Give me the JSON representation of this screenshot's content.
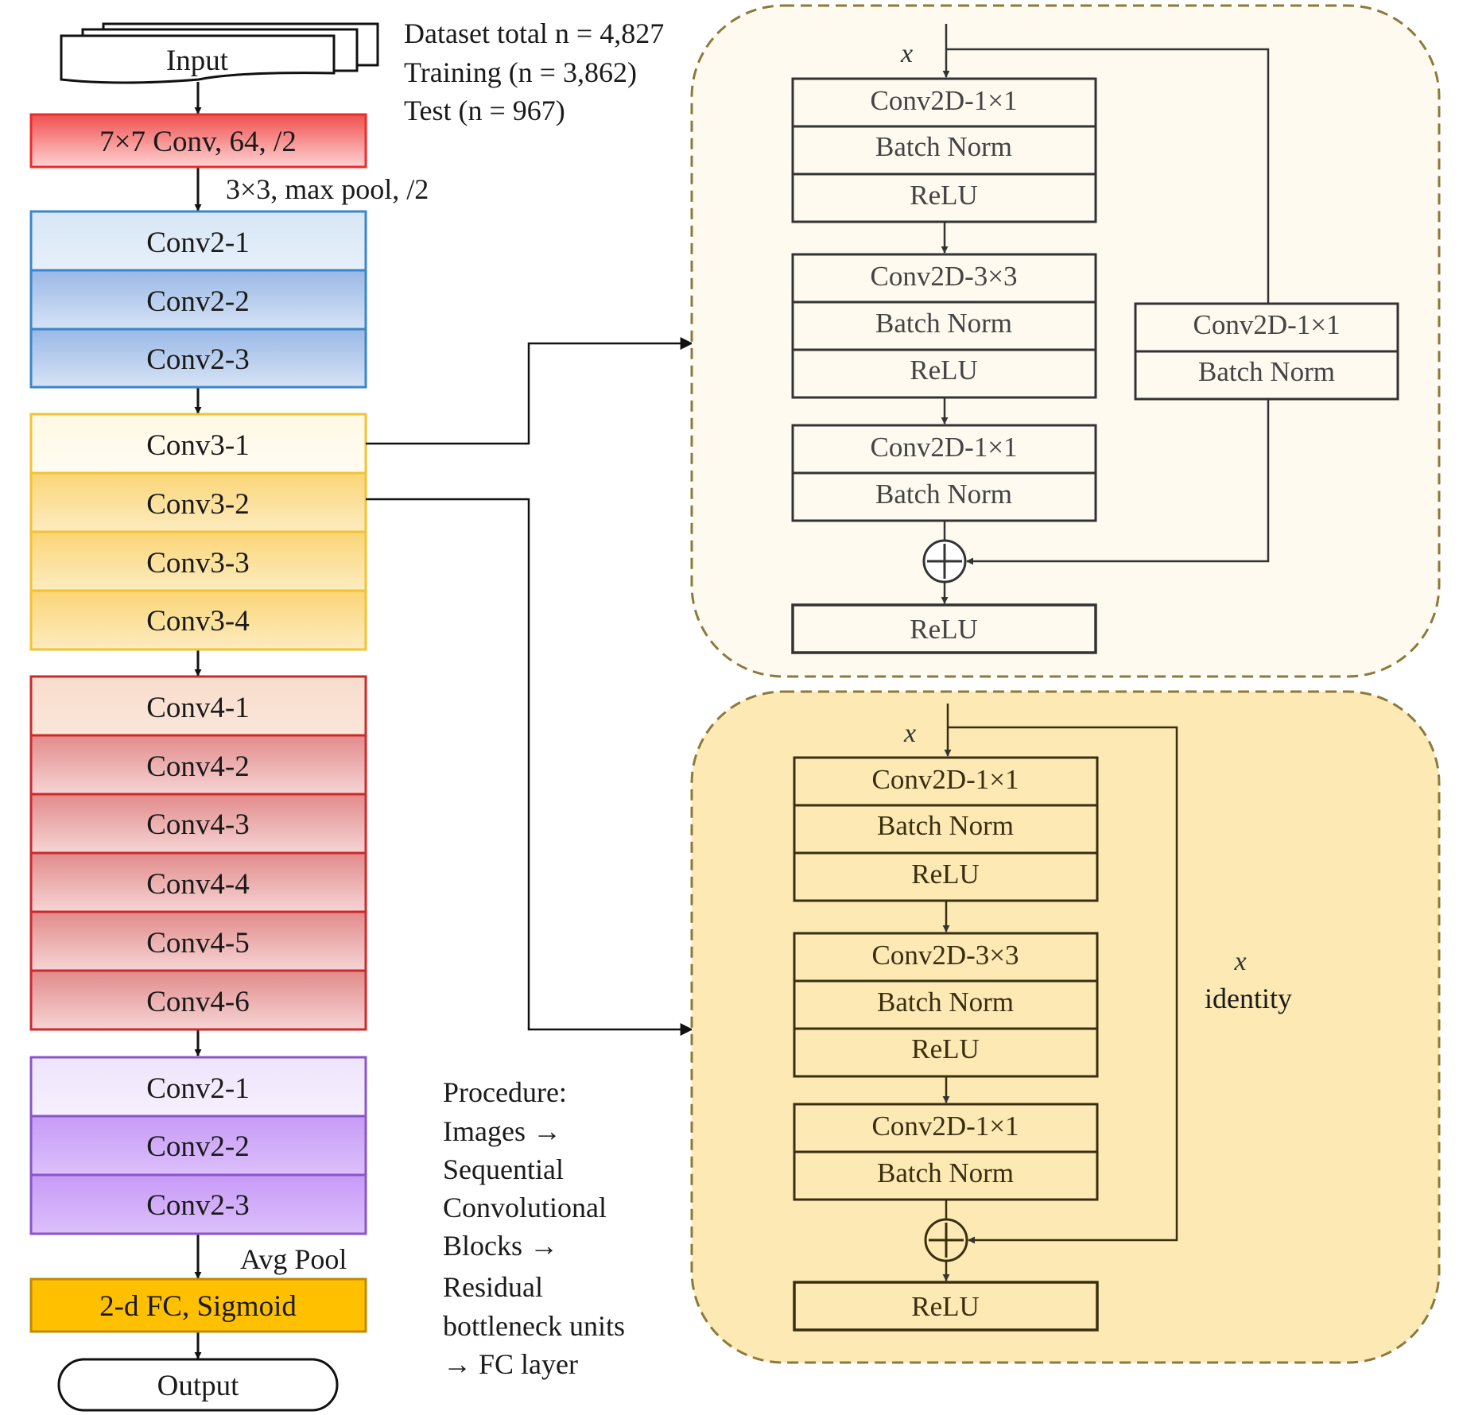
{
  "input_label": "Input",
  "dataset_info": [
    "Dataset total n = 4,827",
    "Training (n = 3,862)",
    "Test (n = 967)"
  ],
  "stem_conv": "7×7 Conv, 64, /2",
  "maxpool_label": "3×3, max pool, /2",
  "stage2": [
    "Conv2-1",
    "Conv2-2",
    "Conv2-3"
  ],
  "stage3": [
    "Conv3-1",
    "Conv3-2",
    "Conv3-3",
    "Conv3-4"
  ],
  "stage4": [
    "Conv4-1",
    "Conv4-2",
    "Conv4-3",
    "Conv4-4",
    "Conv4-5",
    "Conv4-6"
  ],
  "stage5": [
    "Conv2-1",
    "Conv2-2",
    "Conv2-3"
  ],
  "avgpool_label": "Avg Pool",
  "fc_label": "2-d FC, Sigmoid",
  "output_label": "Output",
  "procedure": [
    "Procedure:",
    "Images →",
    "Sequential",
    "Convolutional",
    "Blocks →",
    "Residual",
    "bottleneck units",
    "→ FC layer"
  ],
  "conv_block": {
    "input_var": "x",
    "group1": [
      "Conv2D-1×1",
      "Batch Norm",
      "ReLU"
    ],
    "group2": [
      "Conv2D-3×3",
      "Batch Norm",
      "ReLU"
    ],
    "group3": [
      "Conv2D-1×1",
      "Batch Norm"
    ],
    "shortcut": [
      "Conv2D-1×1",
      "Batch Norm"
    ],
    "output": "ReLU"
  },
  "identity_block": {
    "input_var": "x",
    "group1": [
      "Conv2D-1×1",
      "Batch Norm",
      "ReLU"
    ],
    "group2": [
      "Conv2D-3×3",
      "Batch Norm",
      "ReLU"
    ],
    "group3": [
      "Conv2D-1×1",
      "Batch Norm"
    ],
    "shortcut_var": "x",
    "shortcut_label": "identity",
    "output": "ReLU"
  },
  "colors": {
    "stem_border": "#ee2a2a",
    "stage2_border": "#3a86cc",
    "stage3_border": "#f2c330",
    "stage4_border": "#cc2a2a",
    "stage5_border": "#8a55c8",
    "fc_fill": "#ffc000",
    "fc_border": "#c08a00",
    "conv_block_bg": "#fefaf0",
    "identity_block_bg": "#fde9b4",
    "block_dash": "#8c7a3a"
  }
}
